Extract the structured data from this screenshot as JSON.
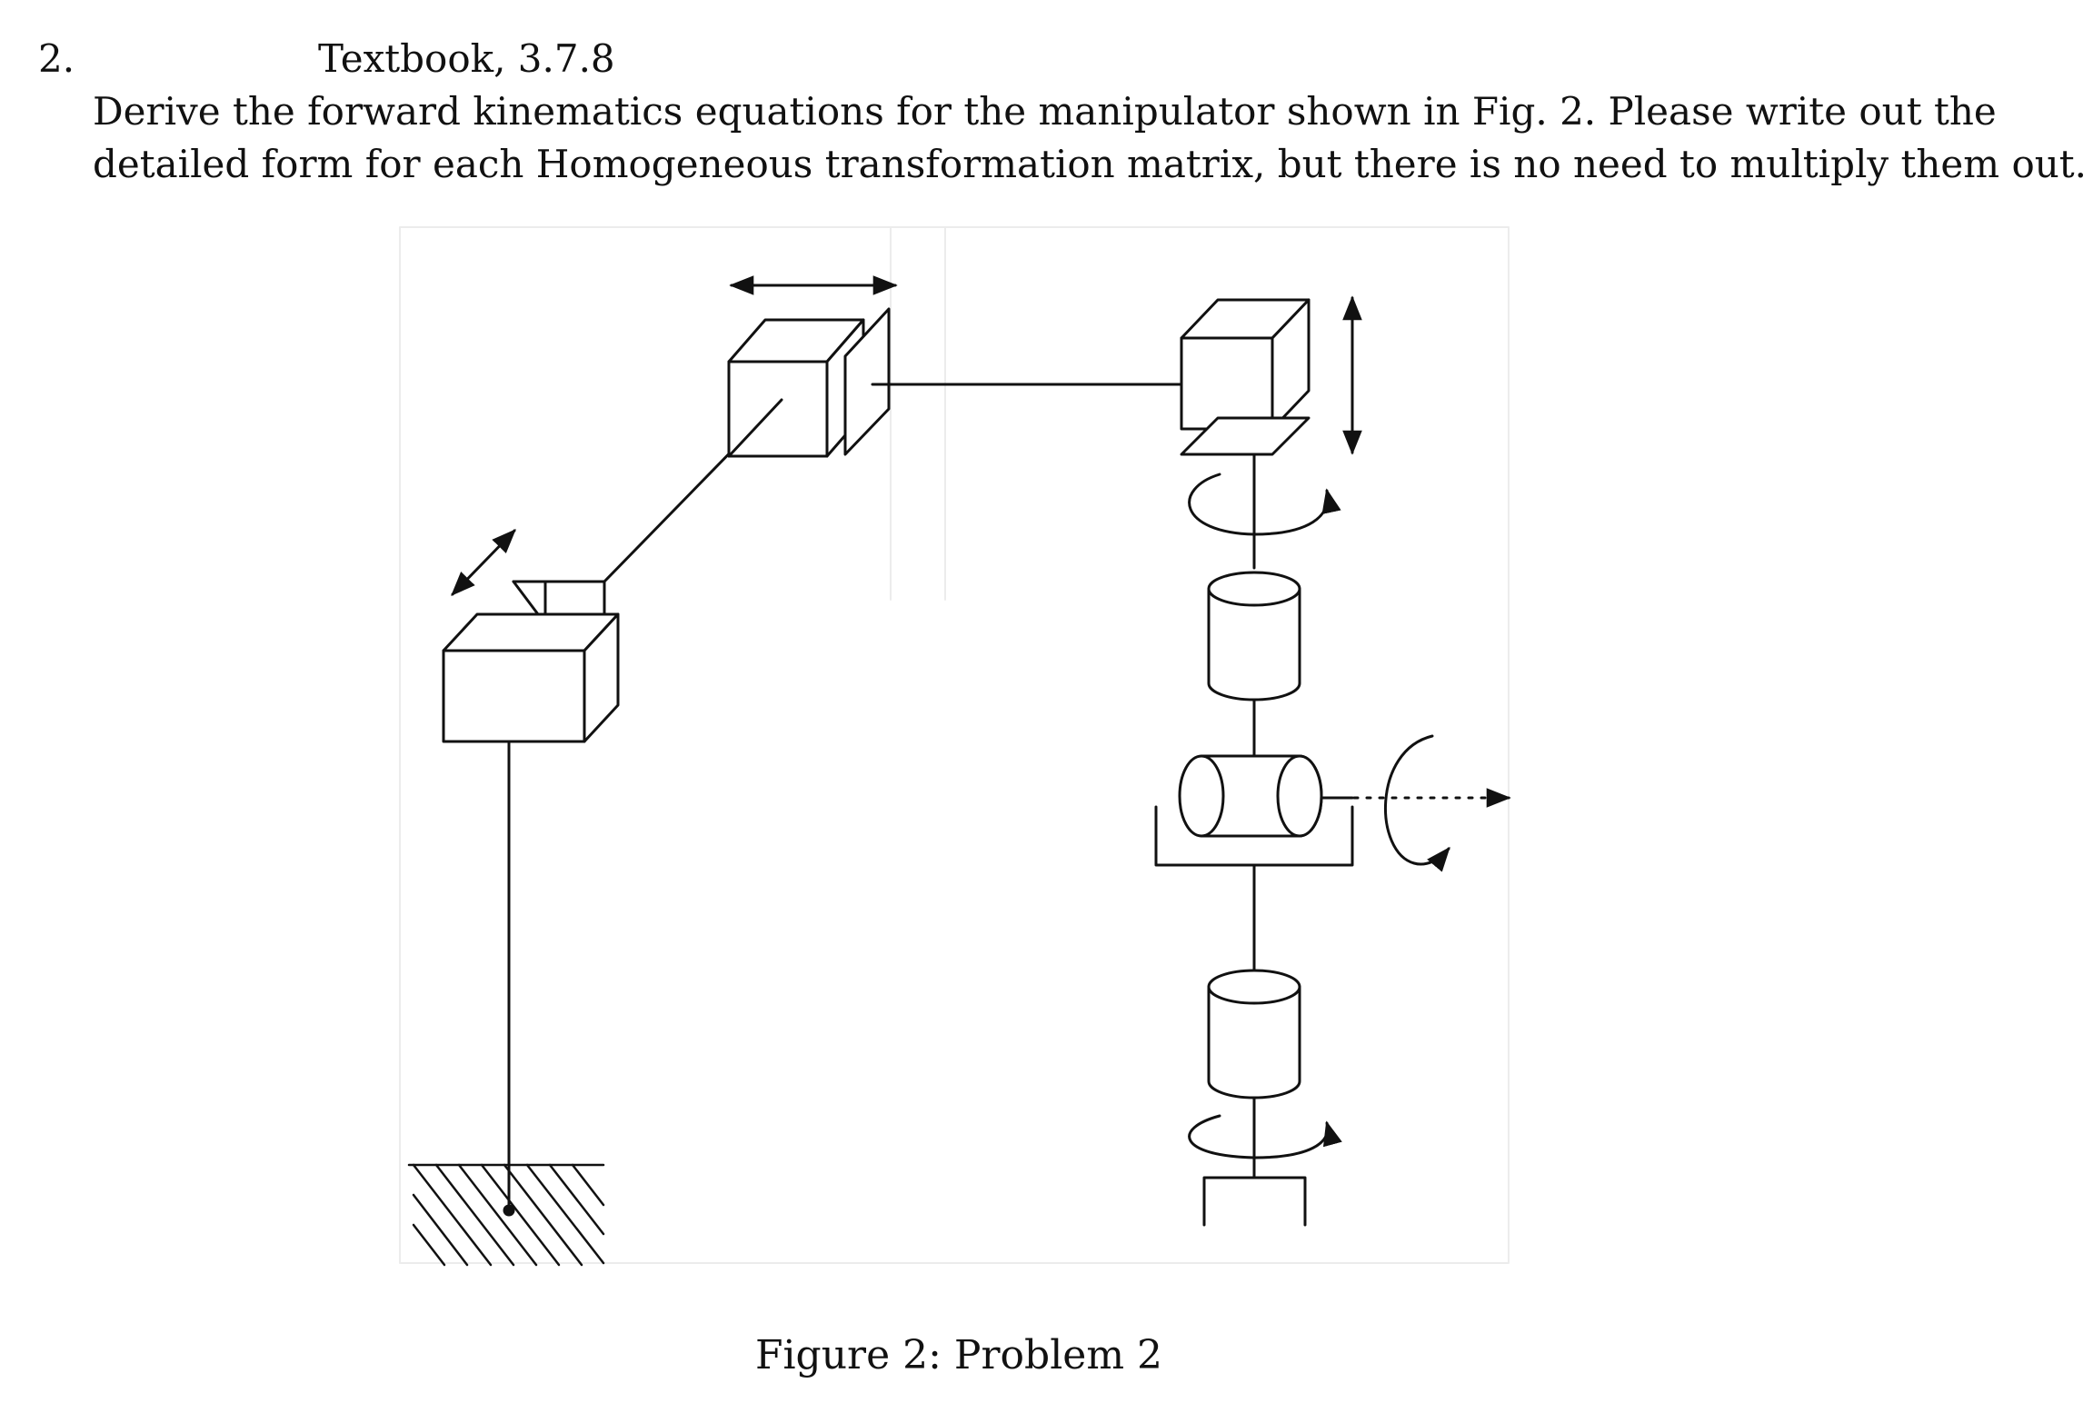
{
  "problem": {
    "number": "2.",
    "reference": "Textbook, 3.7.8",
    "text_line1": "Derive the forward kinematics equations for the manipulator shown in Fig.  2.  Please write out the",
    "text_line2": "detailed form for each Homogeneous transformation matrix, but there is no need to multiply them out."
  },
  "figure": {
    "caption": "Figure 2:  Problem 2"
  },
  "colors": {
    "ink": "#111111",
    "background": "#ffffff",
    "scan_ghost": "#e6e6e6"
  }
}
